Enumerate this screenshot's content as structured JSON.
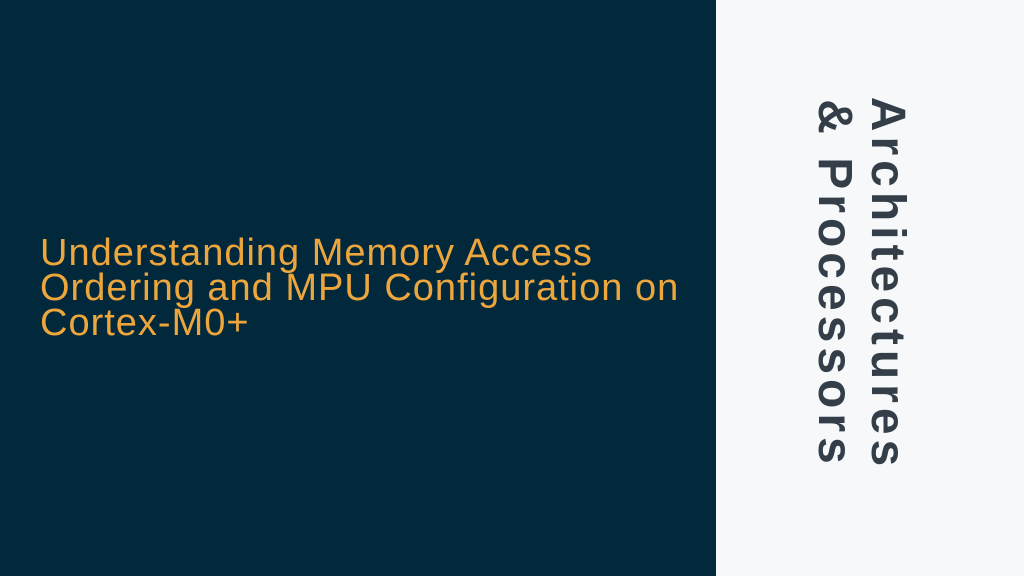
{
  "slide": {
    "title_lines": [
      "Understanding Memory Access",
      "Ordering and MPU Configuration on",
      "Cortex-M0+"
    ],
    "side_banner_lines": [
      "Architectures",
      "& Processors"
    ],
    "colors": {
      "background": "#02283C",
      "side_panel": "#F6F8FA",
      "title_text": "#EDA63C",
      "banner_text": "#333E48"
    }
  }
}
